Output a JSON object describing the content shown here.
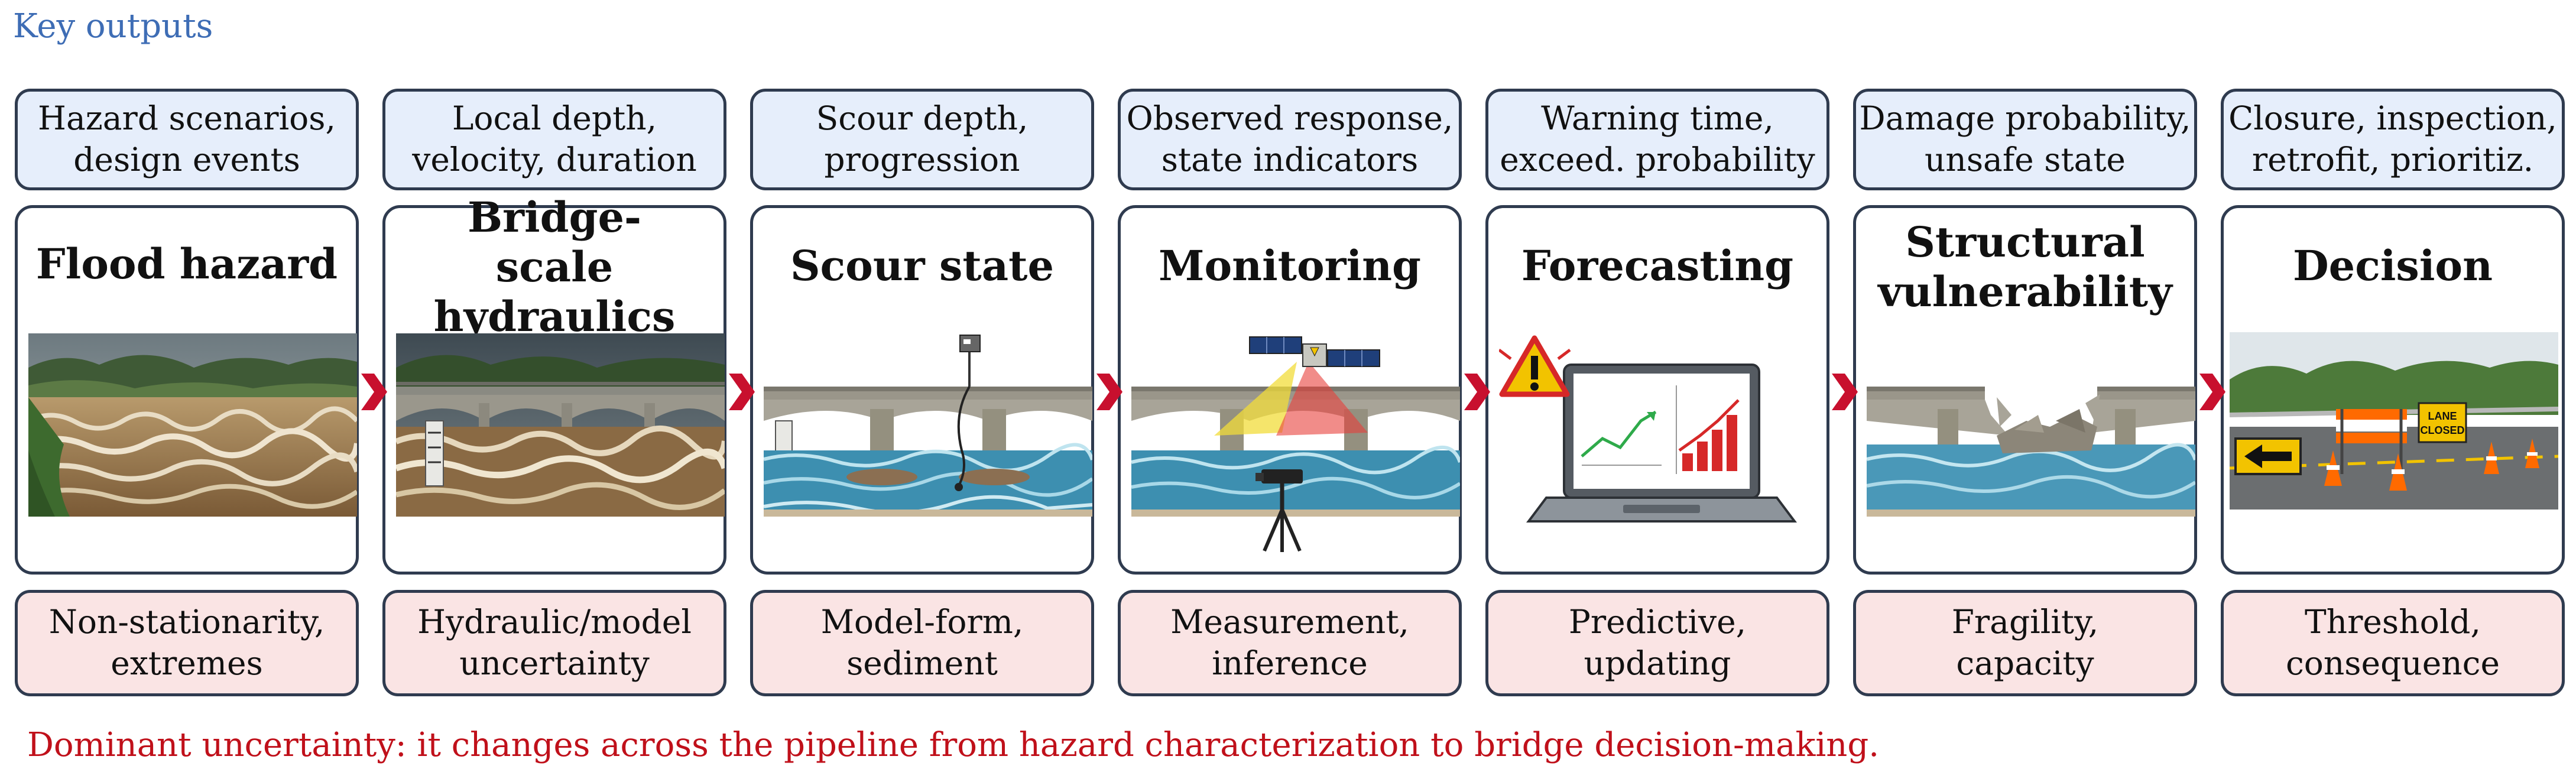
{
  "key_outputs_label": "Key outputs",
  "stages": [
    {
      "title": "Flood hazard",
      "output": [
        "Hazard scenarios,",
        "design events"
      ],
      "uncertainty": [
        "Non-stationarity,",
        "extremes"
      ],
      "image": "flood-water-illustration"
    },
    {
      "title": "Bridge-scale hydraulics",
      "output": [
        "Local depth,",
        "velocity, duration"
      ],
      "uncertainty": [
        "Hydraulic/model",
        "uncertainty"
      ],
      "image": "flooded-bridge-illustration"
    },
    {
      "title": "Scour state",
      "output": [
        "Scour depth,",
        "progression"
      ],
      "uncertainty": [
        "Model-form,",
        "sediment"
      ],
      "image": "bridge-scour-sensor-illustration"
    },
    {
      "title": "Monitoring",
      "output": [
        "Observed response,",
        "state indicators"
      ],
      "uncertainty": [
        "Measurement,",
        "inference"
      ],
      "image": "satellite-camera-monitoring-illustration"
    },
    {
      "title": "Forecasting",
      "output": [
        "Warning time,",
        "exceed. probability"
      ],
      "uncertainty": [
        "Predictive,",
        "updating"
      ],
      "image": "laptop-warning-illustration"
    },
    {
      "title": "Structural vulnerability",
      "output": [
        "Damage probability,",
        "unsafe state"
      ],
      "uncertainty": [
        "Fragility,",
        "capacity"
      ],
      "image": "collapsed-bridge-illustration"
    },
    {
      "title": "Decision",
      "output": [
        "Closure, inspection,",
        "retrofit, prioritiz."
      ],
      "uncertainty": [
        "Threshold,",
        "consequence"
      ],
      "image": "road-closure-illustration",
      "sign_text": [
        "LANE",
        "CLOSED"
      ]
    }
  ],
  "caption": "Dominant uncertainty: it changes across the pipeline from hazard characterization to bridge decision-making.",
  "colors": {
    "output_fill": "#e6eefb",
    "uncertainty_fill": "#fae4e4",
    "border": "#2f3b4f",
    "chevron": "#c8102e",
    "key_title": "#3e6db5",
    "caption": "#c0101a"
  }
}
